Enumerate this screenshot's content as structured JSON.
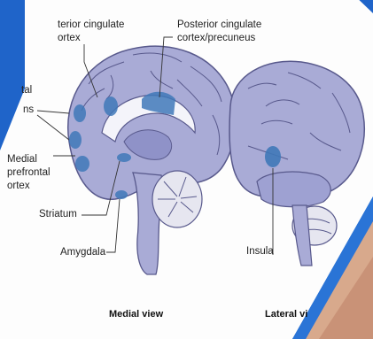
{
  "labels": {
    "anterior_cingulate_line1": "terior cingulate",
    "anterior_cingulate_line2": "ortex",
    "posterior_cingulate_line1": "Posterior cingulate",
    "posterior_cingulate_line2": "cortex/precuneus",
    "frontal_line1": "tal",
    "frontal_line2": "ns",
    "medial_prefrontal_line1": "Medial",
    "medial_prefrontal_line2": "prefrontal",
    "medial_prefrontal_line3": "ortex",
    "striatum": "Striatum",
    "amygdala": "Amygdala",
    "insula": "Insula"
  },
  "views": {
    "medial": "Medial view",
    "lateral": "Lateral vi"
  },
  "colors": {
    "background_blue": "#1f64c9",
    "panel": "#fdfdfd",
    "brain_fill": "#a9abd6",
    "brain_outline": "#58598c",
    "highlight_region": "#3f78b8",
    "cerebellum": "#e6e6f0"
  }
}
